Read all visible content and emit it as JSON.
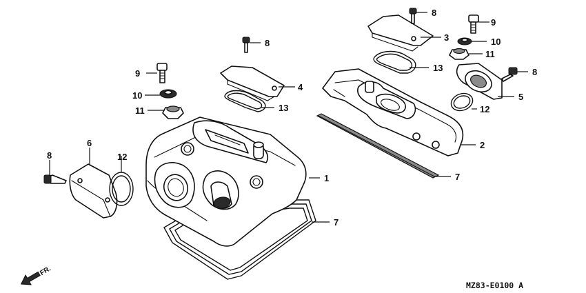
{
  "diagram_code": "MZ83-E0100 A",
  "front_label": "FR.",
  "callouts": [
    {
      "key": "c1",
      "text": "1"
    },
    {
      "key": "c2",
      "text": "2"
    },
    {
      "key": "c3",
      "text": "3"
    },
    {
      "key": "c4",
      "text": "4"
    },
    {
      "key": "c5",
      "text": "5"
    },
    {
      "key": "c6",
      "text": "6"
    },
    {
      "key": "c7a",
      "text": "7"
    },
    {
      "key": "c7b",
      "text": "7"
    },
    {
      "key": "c8a",
      "text": "8"
    },
    {
      "key": "c8b",
      "text": "8"
    },
    {
      "key": "c8c",
      "text": "8"
    },
    {
      "key": "c8d",
      "text": "8"
    },
    {
      "key": "c9a",
      "text": "9"
    },
    {
      "key": "c9b",
      "text": "9"
    },
    {
      "key": "c10a",
      "text": "10"
    },
    {
      "key": "c10b",
      "text": "10"
    },
    {
      "key": "c11a",
      "text": "11"
    },
    {
      "key": "c11b",
      "text": "11"
    },
    {
      "key": "c12a",
      "text": "12"
    },
    {
      "key": "c12b",
      "text": "12"
    },
    {
      "key": "c13a",
      "text": "13"
    },
    {
      "key": "c13b",
      "text": "13"
    }
  ]
}
